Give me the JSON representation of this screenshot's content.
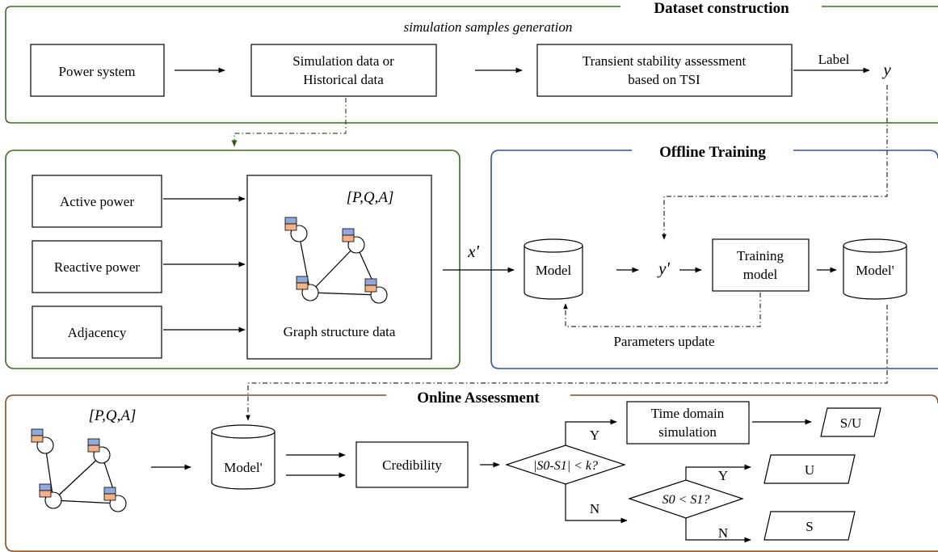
{
  "sections": {
    "dataset": {
      "title": "Dataset construction",
      "subtitle": "simulation samples generation",
      "color": "#3d6b1f"
    },
    "graph": {
      "subtitle": "graph structure data construction",
      "color": "#3d6b1f"
    },
    "offline": {
      "title": "Offline Training",
      "color": "#2f5597"
    },
    "online": {
      "title": "Online Assessment",
      "color": "#8a4b1c"
    }
  },
  "dataset_nodes": {
    "power_system": "Power system",
    "sim_data_line1": "Simulation data or",
    "sim_data_line2": "Historical data",
    "tsa_line1": "Transient stability assessment",
    "tsa_line2": "based on TSI",
    "label": "Label",
    "y": "y"
  },
  "graph_nodes": {
    "active_power": "Active power",
    "reactive_power": "Reactive power",
    "adjacency": "Adjacency",
    "pqa_label": "[P,Q,A]",
    "graph_data_label": "Graph structure data",
    "x_prime": "x'"
  },
  "offline_nodes": {
    "model": "Model",
    "y_prime": "y'",
    "training_line1": "Training",
    "training_line2": "model",
    "model_prime": "Model'",
    "params_update": "Parameters update"
  },
  "online_nodes": {
    "pqa_label": "[P,Q,A]",
    "model_prime": "Model'",
    "credibility": "Credibility",
    "cond1": "|S0-S1| < k?",
    "yes1": "Y",
    "no1": "N",
    "time_domain_line1": "Time domain",
    "time_domain_line2": "simulation",
    "su": "S/U",
    "cond2": "S0 < S1?",
    "yes2": "Y",
    "no2": "N",
    "u": "U",
    "s": "S"
  },
  "node_colors": {
    "top": "#8faadc",
    "bottom": "#f4b183"
  }
}
